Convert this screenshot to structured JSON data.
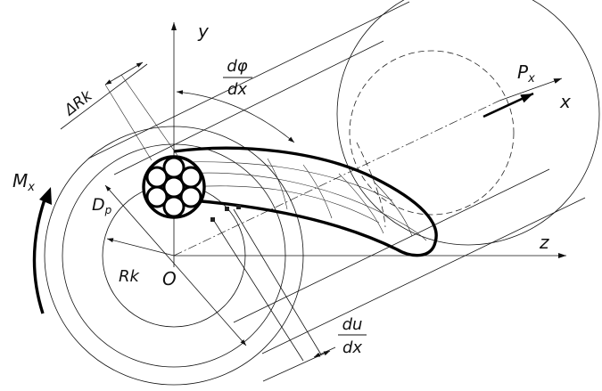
{
  "labels": {
    "y_axis": "y",
    "z_axis": "z",
    "x_axis": "x",
    "origin": "O",
    "force": "P",
    "force_sub": "x",
    "moment": "M",
    "moment_sub": "x",
    "delta_rk": "ΔRk",
    "dp": "D",
    "dp_sub": "p",
    "rk": "Rk",
    "dphi_num": "dφ",
    "dphi_den": "dx",
    "du_num": "du",
    "du_den": "dx"
  }
}
